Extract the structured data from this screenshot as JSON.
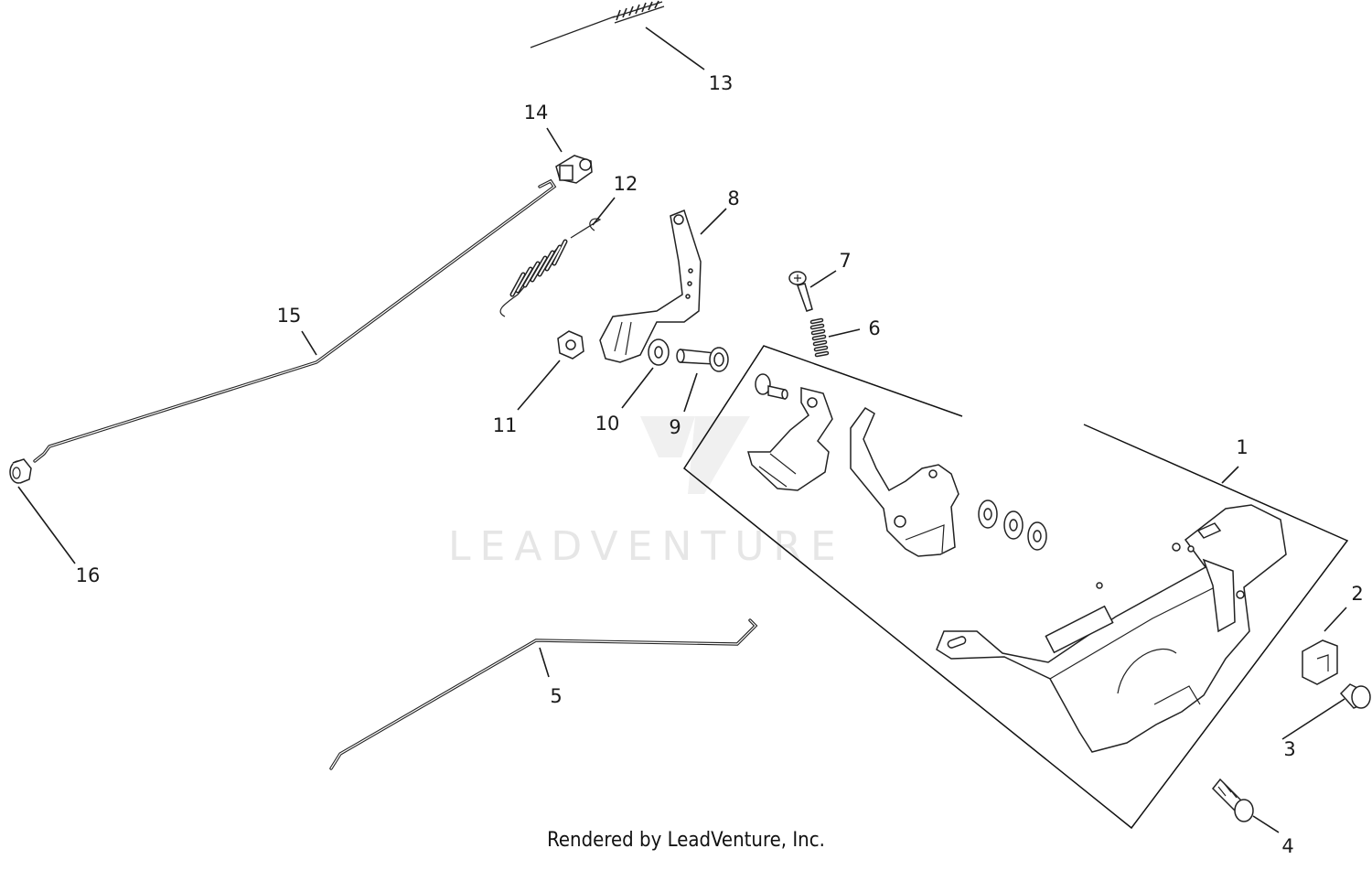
{
  "diagram": {
    "watermark_text": "LEADVENTURE",
    "footer": "Rendered by LeadVenture, Inc.",
    "callouts": {
      "c1": "1",
      "c2": "2",
      "c3": "3",
      "c4": "4",
      "c5": "5",
      "c6": "6",
      "c7": "7",
      "c8": "8",
      "c9": "9",
      "c10": "10",
      "c11": "11",
      "c12": "12",
      "c13": "13",
      "c14": "14",
      "c15": "15",
      "c16": "16"
    }
  }
}
